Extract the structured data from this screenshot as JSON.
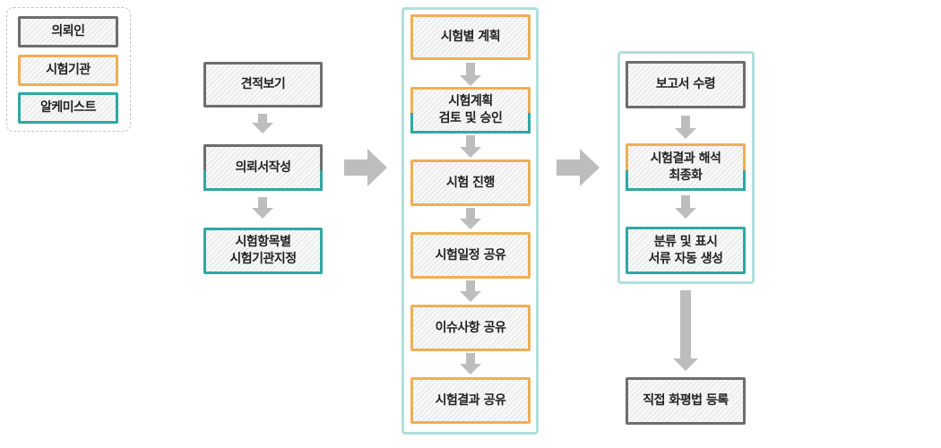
{
  "legend": {
    "client": "의뢰인",
    "institution": "시험기관",
    "alchemist": "알케미스트"
  },
  "col1": {
    "step1": "견적보기",
    "step2": "의뢰서작성",
    "step3_line1": "시험항목별",
    "step3_line2": "시험기관지정"
  },
  "col2": {
    "step1": "시험별 계획",
    "step2_line1": "시험계획",
    "step2_line2": "검토 및 승인",
    "step3": "시험 진행",
    "step4": "시험일정 공유",
    "step5": "이슈사항 공유",
    "step6": "시험결과 공유"
  },
  "col3": {
    "step1": "보고서 수령",
    "step2_line1": "시험결과 해석",
    "step2_line2": "최종화",
    "step3_line1": "분류 및 표시",
    "step3_line2": "서류 자동 생성",
    "final": "직접 화평법 등록"
  },
  "colors": {
    "client": "#6d6d6d",
    "institution": "#f0ae55",
    "alchemist": "#2fa8a1",
    "panel": "#aee0dc",
    "arrow": "#bdbdbd"
  }
}
